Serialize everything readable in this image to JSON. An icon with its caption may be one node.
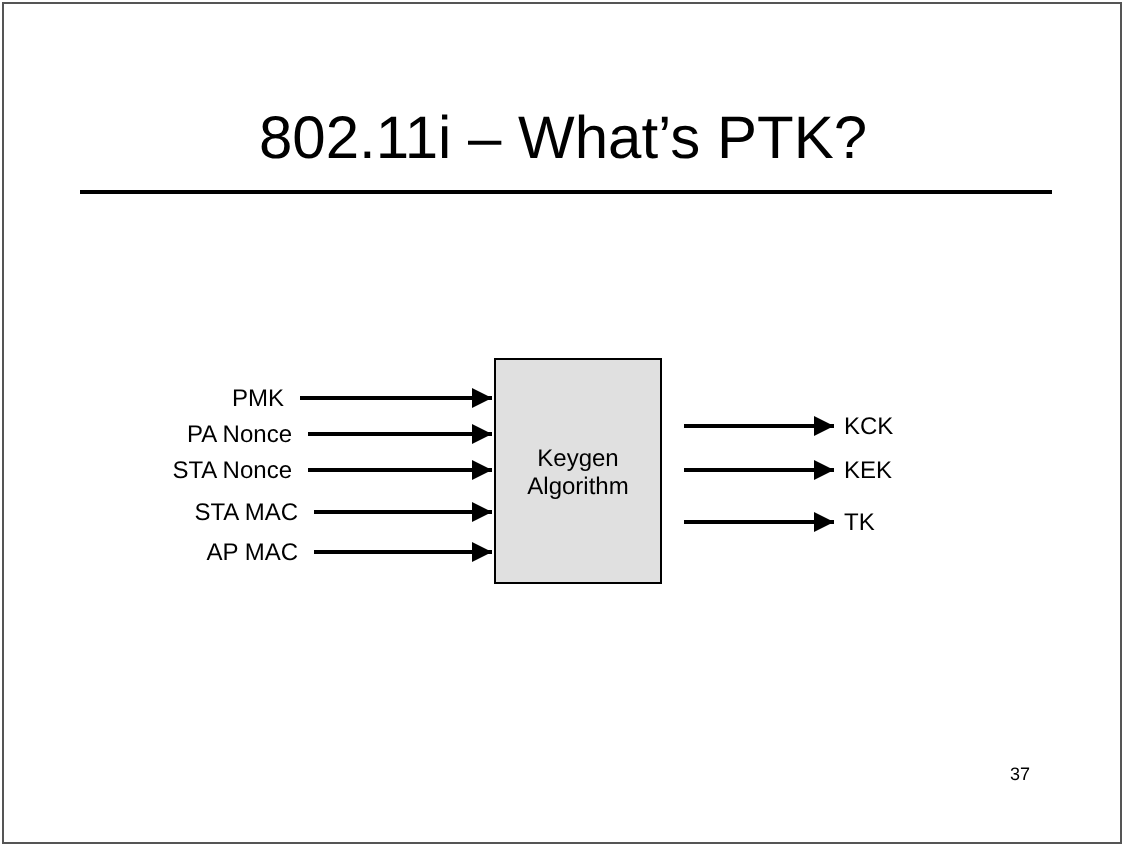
{
  "diagram": {
    "title": "802.11i – What’s PTK?",
    "nodes": [
      {
        "text": [
          "Keygen Algorithm"
        ]
      },
      {
        "text": [
          "PMK"
        ]
      },
      {
        "text": [
          "PA Nonce"
        ]
      },
      {
        "text": [
          "STA Nonce"
        ]
      },
      {
        "text": [
          "STA MAC"
        ]
      },
      {
        "text": [
          "AP MAC"
        ]
      },
      {
        "text": [
          "KCK"
        ]
      },
      {
        "text": [
          "KEK"
        ]
      },
      {
        "text": [
          "TK"
        ]
      }
    ],
    "edges": [
      {
        "from": 1,
        "to": 0,
        "arrow": "to"
      },
      {
        "from": 2,
        "to": 0,
        "arrow": "to"
      },
      {
        "from": 3,
        "to": 0,
        "arrow": "to"
      },
      {
        "from": 4,
        "to": 0,
        "arrow": "to"
      },
      {
        "from": 5,
        "to": 0,
        "arrow": "to"
      },
      {
        "from": 0,
        "to": 6,
        "arrow": "to"
      },
      {
        "from": 0,
        "to": 7,
        "arrow": "to"
      },
      {
        "from": 0,
        "to": 8,
        "arrow": "to"
      }
    ],
    "labels": [
      "37"
    ]
  }
}
